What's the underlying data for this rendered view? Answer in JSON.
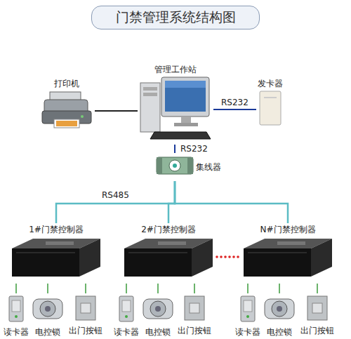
{
  "diagram": {
    "title": "门禁管理系统结构图",
    "nodes": [
      {
        "text": [
          "打印机"
        ]
      },
      {
        "text": [
          "管理工作站"
        ]
      },
      {
        "text": [
          "发卡器"
        ]
      },
      {
        "text": [
          "集线器"
        ]
      },
      {
        "text": [
          "1#门禁控制器"
        ]
      },
      {
        "text": [
          "2#门禁控制器"
        ]
      },
      {
        "text": [
          "N#门禁控制器"
        ]
      },
      {
        "text": [
          "读卡器"
        ]
      },
      {
        "text": [
          "电控锁"
        ]
      },
      {
        "text": [
          "出门按钮"
        ]
      },
      {
        "text": [
          "读卡器"
        ]
      },
      {
        "text": [
          "电控锁"
        ]
      },
      {
        "text": [
          "出门按钮"
        ]
      },
      {
        "text": [
          "读卡器"
        ]
      },
      {
        "text": [
          "电控锁"
        ]
      },
      {
        "text": [
          "出门按钮"
        ]
      }
    ],
    "edges": [
      {
        "from": 0,
        "to": 1,
        "arrow": "none"
      },
      {
        "from": 1,
        "to": 2,
        "label": "RS232",
        "arrow": "none"
      },
      {
        "from": 1,
        "to": 3,
        "label": "RS232",
        "arrow": "none"
      },
      {
        "from": 3,
        "to": 4,
        "label": "RS485",
        "arrow": "none"
      },
      {
        "from": 3,
        "to": 5,
        "arrow": "none"
      },
      {
        "from": 3,
        "to": 6,
        "arrow": "none"
      },
      {
        "from": 4,
        "to": 7,
        "arrow": "none"
      },
      {
        "from": 4,
        "to": 8,
        "arrow": "none"
      },
      {
        "from": 4,
        "to": 9,
        "arrow": "none"
      },
      {
        "from": 5,
        "to": 10,
        "arrow": "none"
      },
      {
        "from": 5,
        "to": 11,
        "arrow": "none"
      },
      {
        "from": 5,
        "to": 12,
        "arrow": "none"
      },
      {
        "from": 6,
        "to": 13,
        "arrow": "none"
      },
      {
        "from": 6,
        "to": 14,
        "arrow": "none"
      },
      {
        "from": 6,
        "to": 15,
        "arrow": "none"
      }
    ]
  }
}
